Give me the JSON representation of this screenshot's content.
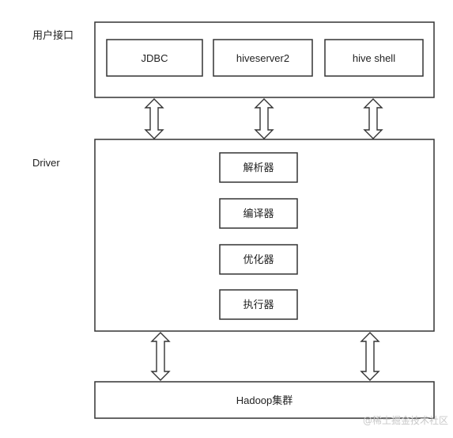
{
  "labels": {
    "user_interface": "用户接口",
    "driver": "Driver"
  },
  "interfaces": {
    "jdbc": "JDBC",
    "hiveserver2": "hiveserver2",
    "hive_shell": "hive shell"
  },
  "driver_components": {
    "parser": "解析器",
    "compiler": "编译器",
    "optimizer": "优化器",
    "executor": "执行器"
  },
  "hadoop": "Hadoop集群",
  "watermark": "@稀土掘金技术社区"
}
